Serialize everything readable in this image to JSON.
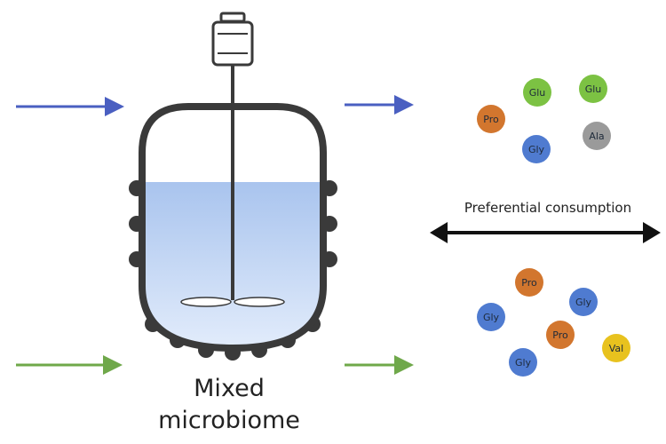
{
  "reactor": {
    "label_line1": "Mixed",
    "label_line2": "microbiome"
  },
  "arrows": {
    "top_color": "#4a5fc1",
    "bottom_color": "#6fa84a"
  },
  "consumption": {
    "label": "Preferential consumption"
  },
  "top_molecules": [
    {
      "label": "Glu",
      "color": "#7cc243"
    },
    {
      "label": "Glu",
      "color": "#7cc243"
    },
    {
      "label": "Pro",
      "color": "#d2762e"
    },
    {
      "label": "Gly",
      "color": "#4f7bd0"
    },
    {
      "label": "Ala",
      "color": "#9a9a9a"
    }
  ],
  "bottom_molecules": [
    {
      "label": "Pro",
      "color": "#d2762e"
    },
    {
      "label": "Gly",
      "color": "#4f7bd0"
    },
    {
      "label": "Gly",
      "color": "#4f7bd0"
    },
    {
      "label": "Pro",
      "color": "#d2762e"
    },
    {
      "label": "Val",
      "color": "#e8c21e"
    },
    {
      "label": "Gly",
      "color": "#4f7bd0"
    }
  ]
}
